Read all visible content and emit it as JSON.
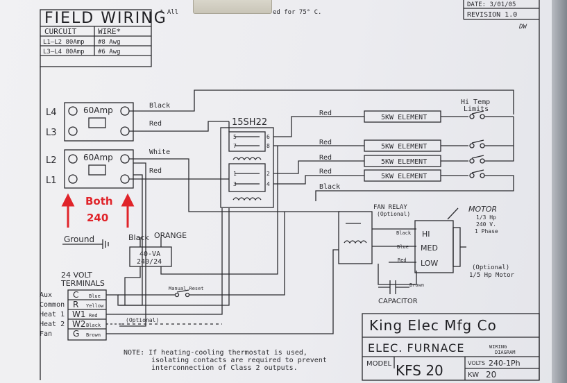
{
  "field_wiring": {
    "title": "FIELD WIRING",
    "col_circuit": "CURCUIT",
    "col_wire": "WIRE*",
    "rows": [
      {
        "circuit": "L1–L2 80Amp",
        "wire": "#8 Awg"
      },
      {
        "circuit": "L3–L4 80Amp",
        "wire": "#6 Awg"
      }
    ],
    "footnote": "* All",
    "footnote_tail": "ed for 75° C."
  },
  "revision": {
    "date_label": "DATE: 3/01/05",
    "label": "REVISION 1.0",
    "initials": "DW"
  },
  "breakers": {
    "top_rating": "60Amp",
    "bottom_rating": "60Amp",
    "line_labels": [
      "L4",
      "L3",
      "L2",
      "L1"
    ]
  },
  "wires": {
    "black_top": "Black",
    "red_top": "Red",
    "white": "White",
    "red_l1": "Red",
    "red_elem1": "Red",
    "red_elem2": "Red",
    "red_elem3": "Red",
    "red_elem4": "Red",
    "black_bottom": "Black"
  },
  "sequencer": {
    "label": "15SH22",
    "terminals": [
      "5",
      "6",
      "7",
      "8",
      "1",
      "2",
      "3",
      "4"
    ]
  },
  "elements": [
    "5KW ELEMENT",
    "5KW ELEMENT",
    "5KW ELEMENT",
    "5KW ELEMENT"
  ],
  "limits_label": "Hi Temp\nLimits",
  "annotation": {
    "text_line1": "Both",
    "text_line2": "240"
  },
  "ground_label": "Ground",
  "transformer": {
    "wire_black": "Black",
    "wire_orange": "ORANGE",
    "rating": "40-VA",
    "voltage": "240/24"
  },
  "fan_relay": {
    "label": "FAN RELAY",
    "optional": "(Optional)"
  },
  "motor": {
    "label": "MOTOR",
    "spec_hp": "1/3 Hp",
    "spec_v": "240 V.",
    "spec_phase": "1 Phase",
    "speeds": [
      "HI",
      "MED",
      "LOW"
    ],
    "optional1": "(Optional)",
    "optional2": "1/5 Hp Motor"
  },
  "motor_wires": {
    "black": "Black",
    "blue": "Blue",
    "red": "Red",
    "brown": "Brown"
  },
  "capacitor": "CAPACITOR",
  "terminals": {
    "title1": "24 VOLT",
    "title2": "TERMINALS",
    "rows": [
      {
        "name": "Aux",
        "code": "C",
        "wire": "Blue"
      },
      {
        "name": "Common",
        "code": "R",
        "wire": "Yellow"
      },
      {
        "name": "Heat 1",
        "code": "W1",
        "wire": "Red"
      },
      {
        "name": "Heat 2",
        "code": "W2",
        "wire": "Black"
      },
      {
        "name": "Fan",
        "code": "G",
        "wire": "Brown"
      }
    ],
    "optional": "(Optional)",
    "manual_reset": "Manual Reset"
  },
  "title_block": {
    "company": "King Elec Mfg Co",
    "product": "ELEC. FURNACE",
    "wiring1": "WIRING",
    "wiring2": "DIAGRAM",
    "model_label": "MODEL",
    "model": "KFS 20",
    "volts_label": "VOLTS",
    "volts": "240-1Ph",
    "kw_label": "KW",
    "kw": "20"
  },
  "note": {
    "line1": "NOTE:  If heating-cooling thermostat is used,",
    "line2": "isolating contacts are required to prevent",
    "line3": "interconnection of Class 2 outputs."
  },
  "colors": {
    "ink": "#2a2a2e",
    "annotation": "#e0242a",
    "paper": "#ececf0"
  }
}
